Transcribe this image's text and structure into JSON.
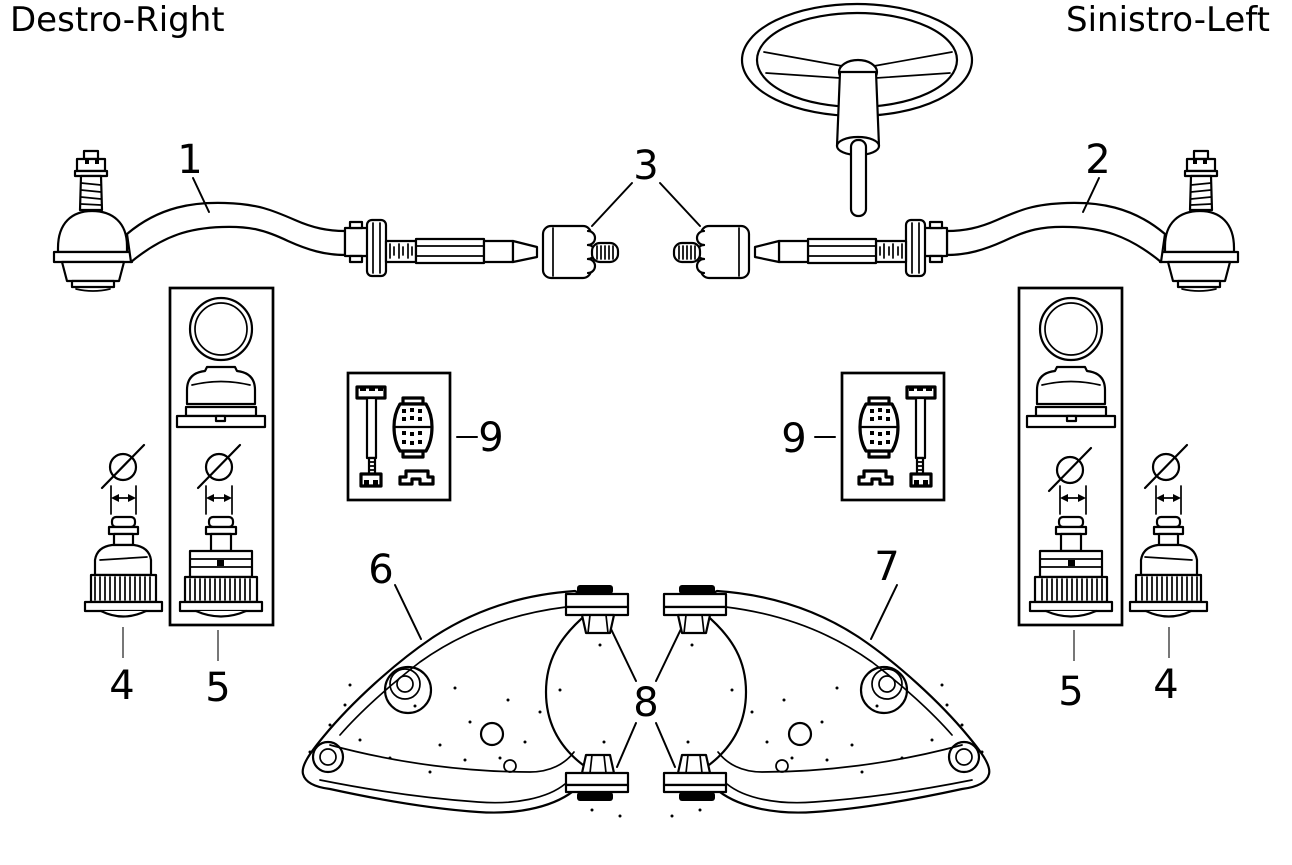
{
  "title_labels": {
    "left": "Destro-Right",
    "right": "Sinistro-Left"
  },
  "callouts": {
    "c1": "1",
    "c2": "2",
    "c3": "3",
    "c4": "4",
    "c5": "5",
    "c6": "6",
    "c7": "7",
    "c8": "8",
    "c9": "9"
  },
  "symbols": {
    "diameter": "Ø"
  },
  "colors": {
    "ink": "#000000",
    "paper": "#ffffff",
    "leader_gray": "#777777"
  }
}
